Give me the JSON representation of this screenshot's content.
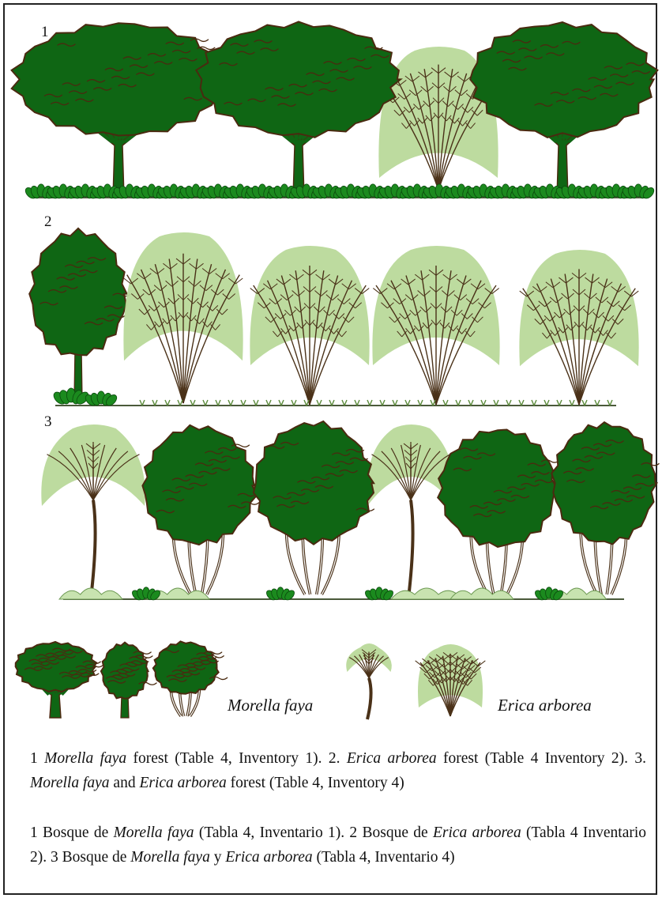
{
  "rows": [
    {
      "label": "1"
    },
    {
      "label": "2"
    },
    {
      "label": "3"
    }
  ],
  "legend": {
    "morella": "Morella faya",
    "erica": "Erica arborea"
  },
  "caption_en": {
    "p1": "1 ",
    "p2": "Morella faya",
    "p3": " forest (Table 4, Inventory 1). 2. ",
    "p4": "Erica arborea",
    "p5": " forest (Table 4 Inventory 2). 3. ",
    "p6": "Morella faya",
    "p7": " and ",
    "p8": "Erica arborea",
    "p9": " forest (Table 4, Inventory 4)"
  },
  "caption_es": {
    "p1": "1 Bosque de ",
    "p2": "Morella faya",
    "p3": " (Tabla 4, Inventario 1). 2 Bosque de ",
    "p4": "Erica arborea",
    "p5": " (Tabla 4 Inventario 2). 3 Bosque de ",
    "p6": "Morella faya",
    "p7": " y ",
    "p8": "Erica arborea",
    "p9": " (Tabla 4, Inventario 4)"
  },
  "colors": {
    "morella_crown": "#0f6614",
    "crown_outline": "#4a2a10",
    "erica_foliage": "#b9d99a",
    "branch": "#4a3118",
    "shrub": "#1b8a1e",
    "ground_pale": "#c8e3b0",
    "ground_line": "#4a5a3a"
  }
}
